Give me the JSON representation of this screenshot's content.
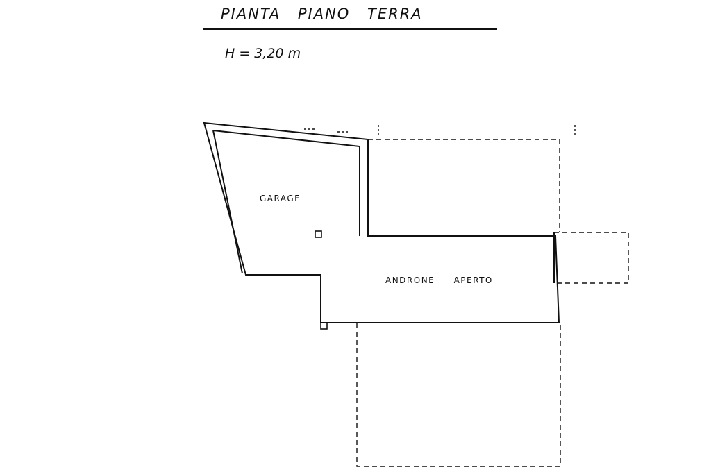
{
  "drawing": {
    "title": "PIANTA PIANO TERRA",
    "height_note": "H = 3,20 m"
  },
  "rooms": {
    "garage": "GARAGE",
    "androne": "ANDRONE APERTO"
  },
  "colors": {
    "ink": "#111111",
    "paper": "#ffffff"
  }
}
